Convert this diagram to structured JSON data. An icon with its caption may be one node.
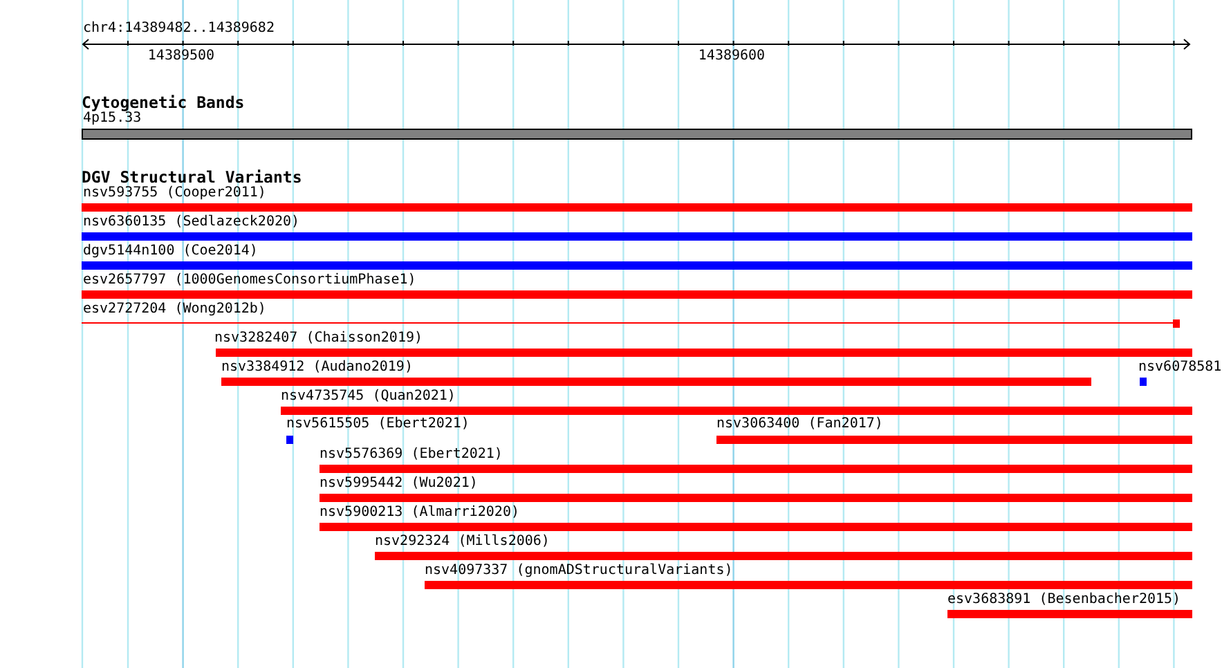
{
  "diagram": {
    "nodes": [
      {
        "text": [
          "4p15.33"
        ]
      },
      {
        "text": [
          "nsv593755 (Cooper2011)"
        ]
      },
      {
        "text": [
          "nsv6360135 (Sedlazeck2020)"
        ]
      },
      {
        "text": [
          "dgv5144n100 (Coe2014)"
        ]
      },
      {
        "text": [
          "esv2657797 (1000GenomesConsortiumPhase1)"
        ]
      },
      {
        "text": [
          "esv2727204 (Wong2012b)"
        ]
      },
      {
        "text": [
          "nsv3282407 (Chaisson2019)"
        ]
      },
      {
        "text": [
          "nsv3384912 (Audano2019)"
        ]
      },
      {
        "text": [
          "nsv6078581"
        ]
      },
      {
        "text": [
          "nsv4735745 (Quan2021)"
        ]
      },
      {
        "text": [
          "nsv5615505 (Ebert2021)"
        ]
      },
      {
        "text": [
          "nsv3063400 (Fan2017)"
        ]
      },
      {
        "text": [
          "nsv5576369 (Ebert2021)"
        ]
      },
      {
        "text": [
          "nsv5995442 (Wu2021)"
        ]
      },
      {
        "text": [
          "nsv5900213 (Almarri2020)"
        ]
      },
      {
        "text": [
          "nsv292324 (Mills2006)"
        ]
      },
      {
        "text": [
          "nsv4097337 (gnomADStructuralVariants)"
        ]
      },
      {
        "text": [
          "esv3683891 (Besenbacher2015)"
        ]
      }
    ],
    "labels": [
      "chr4:14389482..14389682",
      "14389500",
      "14389600",
      "Cytogenetic Bands",
      "DGV Structural Variants"
    ]
  }
}
